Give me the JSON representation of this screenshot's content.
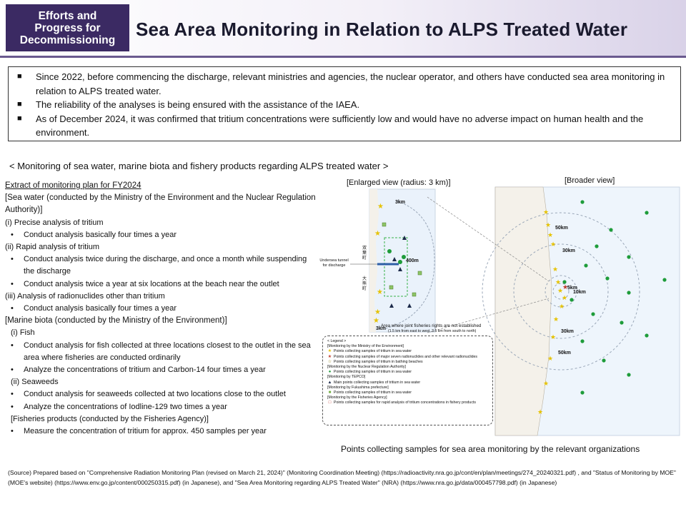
{
  "header": {
    "badge": "Efforts and\nProgress for\nDecommissioning",
    "title": "Sea Area Monitoring in Relation to ALPS Treated Water"
  },
  "summary": [
    "Since 2022, before commencing the discharge, relevant ministries and agencies, the nuclear operator, and others have conducted sea area monitoring in relation to ALPS treated water.",
    "The reliability of the analyses is being ensured with the assistance of the IAEA.",
    "As of December 2024, it was confirmed that tritium concentrations were sufficiently low and would have no adverse impact on human health and the environment."
  ],
  "subtitle": "< Monitoring of sea water, marine biota and fishery products regarding ALPS treated water >",
  "plan": {
    "title": "Extract of monitoring plan for FY2024",
    "sea_water": "[Sea water (conducted by the Ministry of the Environment and the Nuclear Regulation Authority)]",
    "i": "(i) Precise analysis of tritium",
    "i_1": "Conduct analysis basically four times a year",
    "ii": "(ii) Rapid analysis of tritium",
    "ii_1": "Conduct analysis twice during the discharge, and once a month while suspending the discharge",
    "ii_2": "Conduct analysis twice a year at six locations at the beach near the outlet",
    "iii": "(iii) Analysis of radionuclides other than tritium",
    "iii_1": "Conduct analysis basically four times a year",
    "marine": "[Marine biota (conducted by the Ministry of the Environment)]",
    "fish": "(i) Fish",
    "fish_1": "Conduct analysis for fish collected at three locations closest to the outlet in the sea area where fisheries are conducted ordinarily",
    "fish_2": "Analyze the concentrations of tritium and Carbon-14 four times a year",
    "seaweeds": "(ii) Seaweeds",
    "seaweeds_1": "Conduct analysis for seaweeds collected at two locations close to the outlet",
    "seaweeds_2": "Analyze the concentrations of Iodline-129 two times a year",
    "fisheries": "[Fisheries products (conducted by the Fisheries Agency)]",
    "fisheries_1": "Measure the concentration of tritium for approx. 450 samples per year"
  },
  "maps": {
    "enlarged_label": "[Enlarged view (radius: 3 km)]",
    "broader_label": "[Broader view]",
    "tunnel_label": "Undersea tunnel for discharge",
    "area_label": "Area where joint fisheries rights are not established",
    "area_sub": "(1.5 km from east to west, 3.5 km from south to north)",
    "r3km_top": "3km",
    "r3km_bottom": "3km",
    "r400m": "400m",
    "town1": "双葉町",
    "town2": "大熊町",
    "r50km_top": "50km",
    "r30km_top": "30km",
    "r5km": "5km",
    "r10km": "10km",
    "r30km_bottom": "30km",
    "r50km_bottom": "50km"
  },
  "legend": {
    "title": "< Legend >",
    "moe": "[Monitoring by the Ministry of the Environment]",
    "moe_1": "Points collecting samples of tritium in sea water",
    "moe_2": "Points collecting samples of major seven radionuclides and other relevant radionuclides",
    "moe_3": "Points collecting samples of tritium in bathing beaches",
    "nra": "[Monitoring by the Nuclear Regulation Authority]",
    "nra_1": "Points collecting samples of tritium in sea water",
    "tepco": "[Monitoring by TEPCO]",
    "tepco_1": "Main points collecting samples of tritium in sea water",
    "fukushima": "[Monitoring by Fukushima prefecture]",
    "fukushima_1": "Points collecting samples of tritium in sea water",
    "fa": "[Monitoring by the Fisheries Agency]",
    "fa_1": "Points collecting samples for rapid analysis of tritium concentrations in fishery products"
  },
  "caption": "Points collecting samples for sea area monitoring by the relevant organizations",
  "source": "(Source) Prepared based on \"Comprehensive Radiation Monitoring Plan (revised on March 21, 2024)\" (Monitoring Coordination Meeting) (https://radioactivity.nra.go.jp/cont/en/plan/meetings/274_20240321.pdf) , and \"Status of Monitoring by MOE\" (MOE's website) (https://www.env.go.jp/content/000250315.pdf) (in Japanese), and \"Sea Area Monitoring regarding ALPS Treated Water\" (NRA) (https://www.nra.go.jp/data/000457798.pdf) (in Japanese)",
  "colors": {
    "badge_bg": "#3b2a63",
    "land": "#f4f1ea",
    "sea": "#eaf2fb",
    "nra_point": "#1e9c3a",
    "moe_star": "#f2d21b",
    "tepco_point": "#1c2a4a",
    "fukushima_point": "#8ec466"
  }
}
